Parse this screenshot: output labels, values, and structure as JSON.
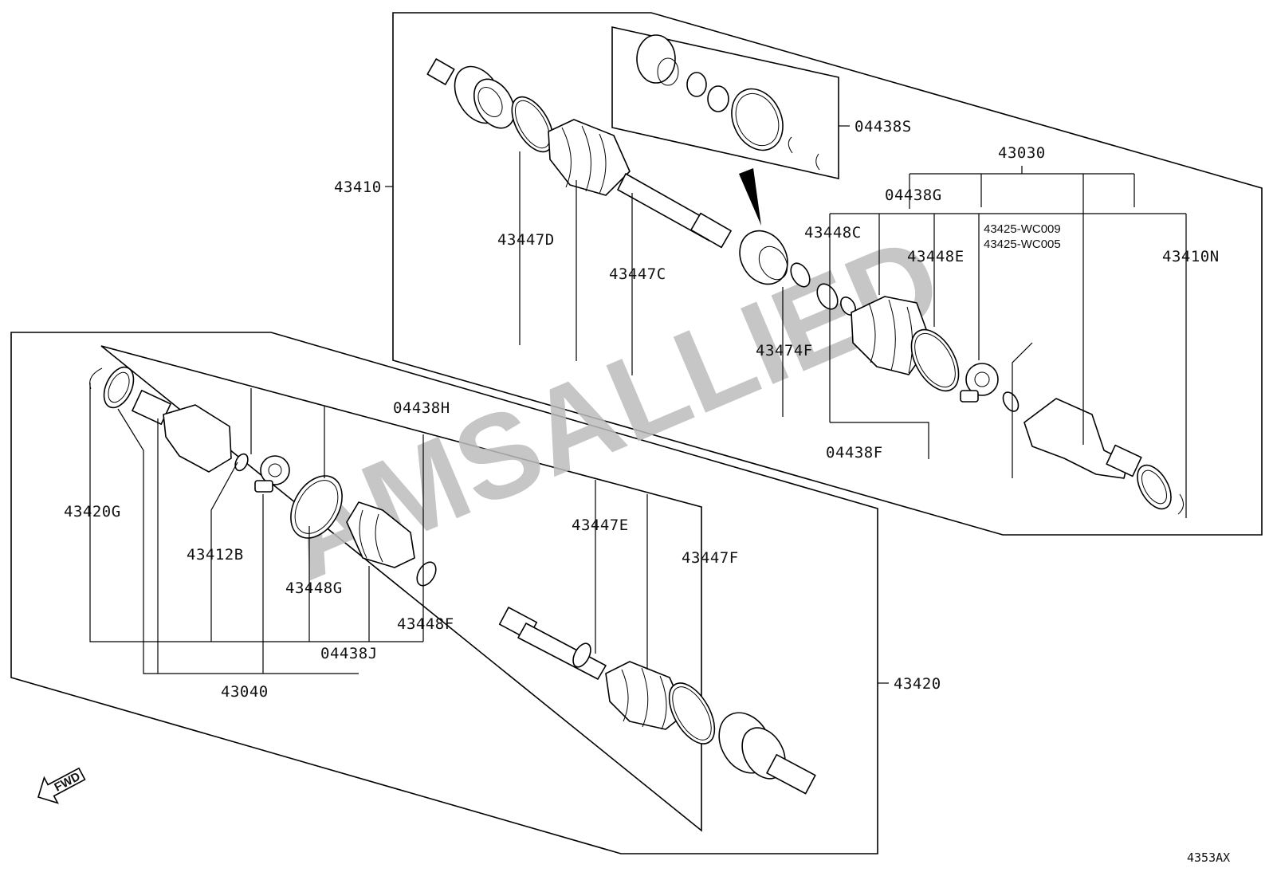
{
  "watermark": "AMSALLIED",
  "diagram_code": "4353AX",
  "fwd_label": "FWD",
  "upper_assembly": {
    "assembly": "43410",
    "boot_kit_outer": "04438S",
    "boot_kit_inner": "04438G",
    "boot_kit_clamp": "04438F",
    "inner_joint_kit": "43030",
    "parts": {
      "clamp_outer_large": "43447D",
      "clamp_outer_small": "43447C",
      "damper": "43474F",
      "clamp_inner_small": "43448C",
      "clamp_inner_large": "43448E",
      "tulip_1": "43425-WC009",
      "tulip_2": "43425-WC005",
      "inner_joint": "43410N"
    }
  },
  "lower_assembly": {
    "assembly": "43420",
    "boot_kit_a": "04438H",
    "boot_kit_b": "04438J",
    "inner_joint_kit": "43040",
    "parts": {
      "inner_joint": "43420G",
      "snap_ring": "43412B",
      "clamp_large": "43448G",
      "clamp_small": "43448F",
      "clamp_outer_small": "43447E",
      "clamp_outer_large": "43447F"
    }
  }
}
